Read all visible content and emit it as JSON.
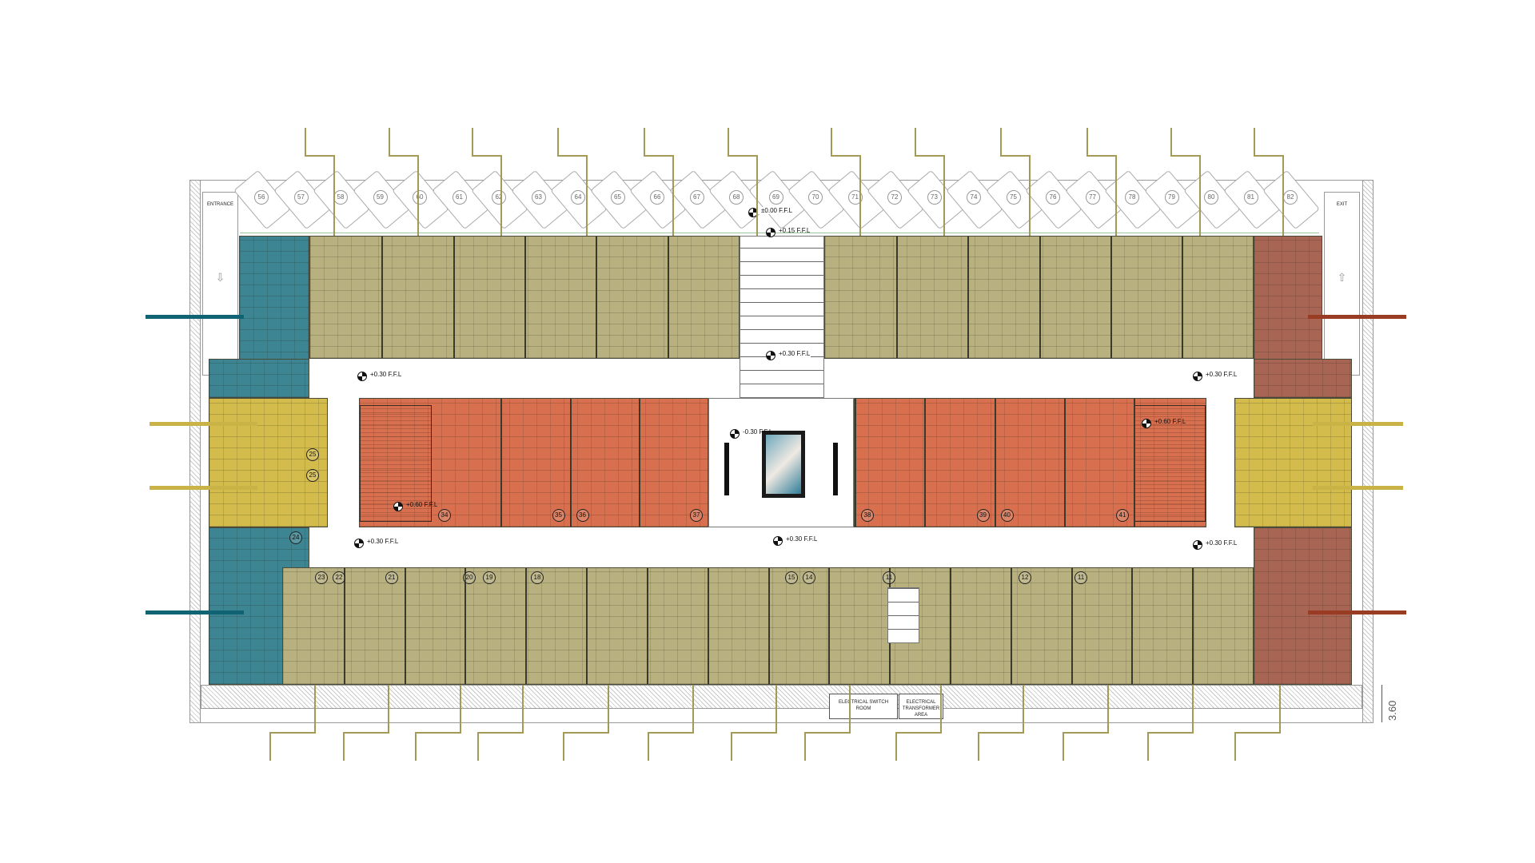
{
  "plan": {
    "entrance_label": "ENTRANCE",
    "exit_label": "EXIT",
    "dimension_label": "3.60",
    "electrical_room_label": "ELECTRICAL SWITCH ROOM",
    "transformer_label": "ELECTRICAL TRANSFORMER AREA"
  },
  "parking": [
    "56",
    "57",
    "58",
    "59",
    "60",
    "61",
    "62",
    "63",
    "64",
    "65",
    "66",
    "67",
    "68",
    "69",
    "70",
    "71",
    "72",
    "73",
    "74",
    "75",
    "76",
    "77",
    "78",
    "79",
    "80",
    "81",
    "82"
  ],
  "levels": {
    "parking": "±0.00 F.F.L",
    "entry": "+0.15 F.F.L",
    "stair": "+0.30 F.F.L",
    "court_nw": "+0.30 F.F.L",
    "court_ne": "+0.30 F.F.L",
    "court_sw": "+0.30 F.F.L",
    "court_se": "+0.30 F.F.L",
    "court_s": "+0.30 F.F.L",
    "atrium": "-0.30 F.F.L",
    "terrace_w": "+0.60 F.F.L",
    "terrace_e": "+0.60 F.F.L"
  },
  "units": {
    "orange_left": [
      "34",
      "35",
      "36",
      "37"
    ],
    "orange_right": [
      "38",
      "39",
      "40",
      "41"
    ],
    "yellow_left": [
      "25",
      "25"
    ],
    "blue_left": "24",
    "bottom": [
      "23",
      "22",
      "21",
      "20",
      "19",
      "18",
      "15",
      "14",
      "11",
      "12",
      "11"
    ]
  },
  "colors": {
    "olive": "#b8b07e",
    "blue": "#3d8592",
    "yellow": "#d3bb4c",
    "orange": "#d8704f",
    "brown": "#a86553",
    "blue_leader": "#0f6372",
    "brown_leader": "#9a3b24",
    "yellow_leader": "#c9b347",
    "olive_leader": "#a39a55"
  }
}
